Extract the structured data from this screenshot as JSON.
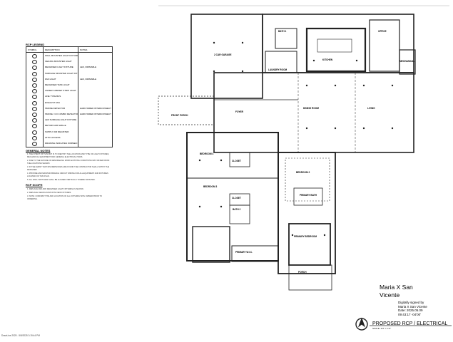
{
  "legend": {
    "title": "RCP LEGEND",
    "headers": [
      "SYMBOL",
      "DESCRIPTION",
      "NOTES"
    ],
    "rows": [
      {
        "desc": "WALL MOUNTED LIGHT FIXTURE",
        "note": ""
      },
      {
        "desc": "CEILING MOUNTED LIGHT",
        "note": ""
      },
      {
        "desc": "RECESSED LIGHT FIXTURE",
        "note": "LED, DIMMABLE"
      },
      {
        "desc": "SURFACE MOUNTED LIGHT FIXTURE",
        "note": ""
      },
      {
        "desc": "FAN LIGHT",
        "note": "LED, DIMMABLE"
      },
      {
        "desc": "RECESSED TASK LIGHT",
        "note": ""
      },
      {
        "desc": "UNDER CABINET STRIP LIGHT",
        "note": ""
      },
      {
        "desc": "LINE TYPE BUS",
        "note": ""
      },
      {
        "desc": "EXHAUST FAN",
        "note": ""
      },
      {
        "desc": "SMOKE DETECTOR",
        "note": "HARD WIRED INTERCONNECTED"
      },
      {
        "desc": "SMOKE / CO COMBO DETECTOR",
        "note": "HARD WIRED INTERCONNECTED"
      },
      {
        "desc": "LED SURFACE LIGHT FIXTURE",
        "note": ""
      },
      {
        "desc": "RETURN AIR GRILLE",
        "note": ""
      },
      {
        "desc": "SUPPLY AIR REGISTER",
        "note": ""
      },
      {
        "desc": "ATTIC ACCESS",
        "note": ""
      },
      {
        "desc": "DRAWING INDICATES FORMED DOME CEILING",
        "note": ""
      }
    ]
  },
  "general_notes": {
    "title": "GENERAL NOTES",
    "items": [
      "THE INTENT OF THIS RCP IS TO IDENTIFY THE LOCATION AND TYPE OF LIGHT FIXTURES, MECHANICAL EQUIPMENT AND GENERAL ELECTRICAL ITEMS.",
      "DUE TO THE NATURE OF REMODELING WORK EXISTING CONDITIONS MAY DIFFER FROM THE LOCATIONS SHOWN.",
      "IN THE EVENT THAT DISCREPANCIES ARE FOUND THE CONTRACTOR SHALL NOTIFY THE DESIGNER.",
      "PROVIDE AND MAINTAIN BRANCH CIRCUIT WIRING FOR ALL EQUIPMENT AND FIXTURES LOCATED ON THIS PLAN.",
      "ALL WALL SWITCHES SHALL BE ALIGNED VERTICALLY WHERE GROUPED."
    ]
  },
  "rcp_scope": {
    "title": "RCP SCOPE",
    "items": [
      "REPLACE AND ADD RECESSED LIGHT FIXTURES AS SHOWN.",
      "REPLACE CEILING FANS WITH NEW FIXTURES.",
      "NOTE: CONFIRM TYPE AND LOCATION OF ALL FIXTURES WITH OWNER PRIOR TO ORDERING."
    ]
  },
  "rooms": [
    {
      "id": "garage",
      "label": "2 CAR GARAGE"
    },
    {
      "id": "laundry",
      "label": "LAUNDRY ROOM"
    },
    {
      "id": "bath1",
      "label": "BATH 1"
    },
    {
      "id": "kitchen",
      "label": "KITCHEN"
    },
    {
      "id": "office",
      "label": "OFFICE"
    },
    {
      "id": "mechanical",
      "label": "MECHANICAL"
    },
    {
      "id": "foyer",
      "label": "FOYER"
    },
    {
      "id": "dining",
      "label": "DINING ROOM"
    },
    {
      "id": "living",
      "label": "LIVING"
    },
    {
      "id": "front-porch",
      "label": "FRONT PORCH"
    },
    {
      "id": "bedroom4",
      "label": "BEDROOM 4"
    },
    {
      "id": "closet1",
      "label": "CLOSET"
    },
    {
      "id": "bedroom3",
      "label": "BEDROOM 3"
    },
    {
      "id": "closet2",
      "label": "CLOSET"
    },
    {
      "id": "bath2",
      "label": "BATH 2"
    },
    {
      "id": "bedroom2",
      "label": "BEDROOM 2"
    },
    {
      "id": "primary-bath",
      "label": "PRIMARY BATH"
    },
    {
      "id": "primary-wic",
      "label": "PRIMARY W.I.C."
    },
    {
      "id": "primary-bedroom",
      "label": "PRIMARY BEDROOM"
    },
    {
      "id": "porch",
      "label": "PORCH"
    }
  ],
  "signature": {
    "name": "Maria X San Vicente",
    "detail_lines": [
      "Digitally signed by",
      "Maria X San Vicente",
      "Date: 2025.05.09",
      "09:43:17 -04'00'"
    ]
  },
  "title_block": {
    "title": "PROPOSED RCP / ELECTRICAL",
    "scale": "SCALE: 1/4\" = 1'-0\""
  },
  "footer": "DrawLine 2025 - 5/8/2025 3:19:44 PM"
}
